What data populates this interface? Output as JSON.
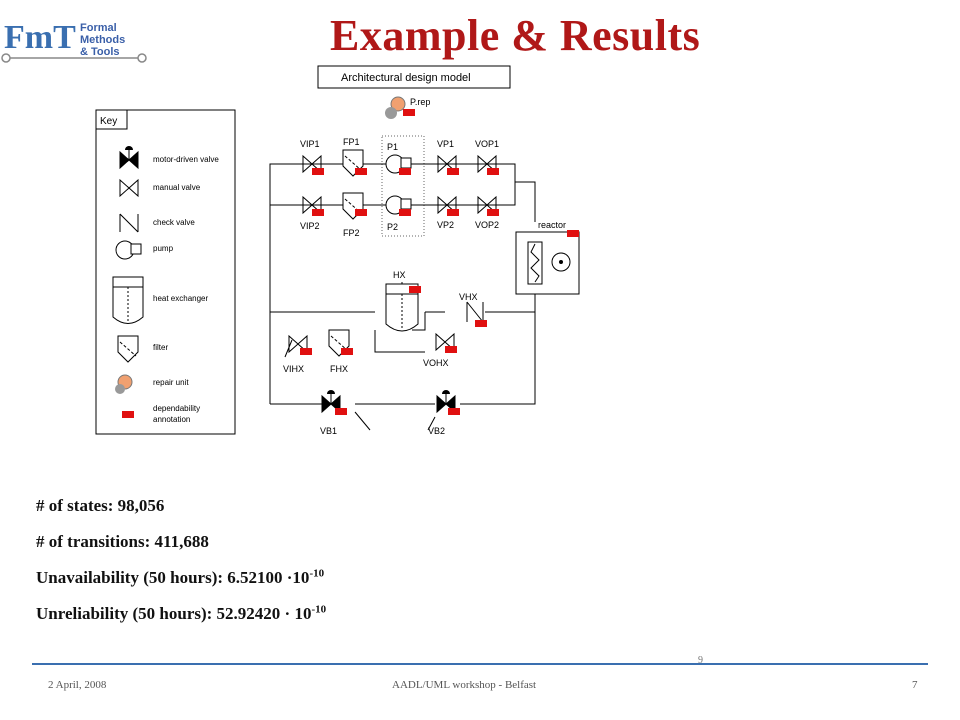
{
  "header": {
    "title": "Example & Results",
    "logo": {
      "mark": "FmT",
      "text": [
        "Formal",
        "Methods",
        "& Tools"
      ]
    }
  },
  "diagram": {
    "caption": "Architectural design model",
    "key": {
      "title": "Key",
      "items": [
        "motor-driven valve",
        "manual valve",
        "check valve",
        "pump",
        "heat exchanger",
        "filter",
        "repair unit",
        "dependability",
        "annotation"
      ]
    },
    "labels": {
      "prep": "P.rep",
      "vip1": "VIP1",
      "fp1": "FP1",
      "p1": "P1",
      "vp1": "VP1",
      "vop1": "VOP1",
      "vip2": "VIP2",
      "fp2": "FP2",
      "p2": "P2",
      "vp2": "VP2",
      "vop2": "VOP2",
      "reactor": "reactor",
      "hx": "HX",
      "vhx": "VHX",
      "vihx": "VIHX",
      "fhx": "FHX",
      "vohx": "VOHX",
      "vb1": "VB1",
      "vb2": "VB2"
    },
    "annotation_color": "#e01010"
  },
  "results": {
    "states": "# of states: 98,056",
    "transitions": "# of transitions: 411,688",
    "unavail_text": "Unavailability (50 hours): 6.52100 ·10",
    "unavail_exp": "-10",
    "unrel_text": "Unreliability (50 hours): 52.92420 · 10",
    "unrel_exp": "-10"
  },
  "footer": {
    "date": "2 April, 2008",
    "event": "AADL/UML workshop - Belfast",
    "page": "7",
    "mark": "9"
  }
}
